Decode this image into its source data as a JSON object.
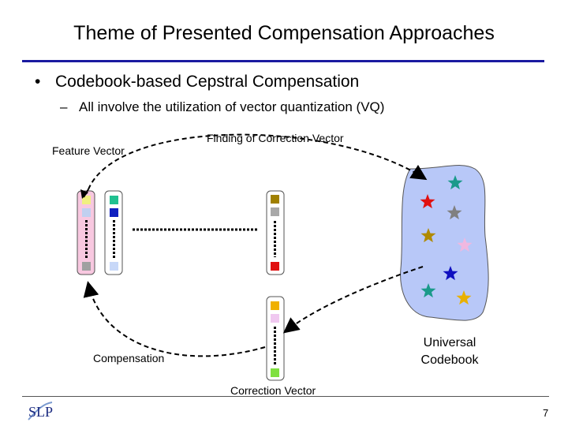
{
  "slide": {
    "title": "Theme of Presented Compensation Approaches",
    "bullet": "Codebook-based Cepstral Compensation",
    "sub_bullet": "All involve the utilization of vector quantization (VQ)",
    "page_number": "7"
  },
  "diagram": {
    "labels": {
      "feature_vector": "Feature Vector",
      "finding_correction": "Finding of Correction Vector",
      "compensation": "Compensation",
      "correction_vector": "Correction Vector",
      "universal_codebook_line1": "Universal",
      "universal_codebook_line2": "Codebook"
    },
    "colors": {
      "title_rule": "#1a1aa0",
      "codebook_fill": "#b8c8f8",
      "highlight_fill": "#f8c8e0"
    },
    "star_colors": [
      "#1a9a8a",
      "#e01010",
      "#808080",
      "#b08a00",
      "#f0b8e0",
      "#1010c0",
      "#1a9a8a",
      "#e8b000"
    ]
  },
  "logo": {
    "text": "SLP"
  }
}
